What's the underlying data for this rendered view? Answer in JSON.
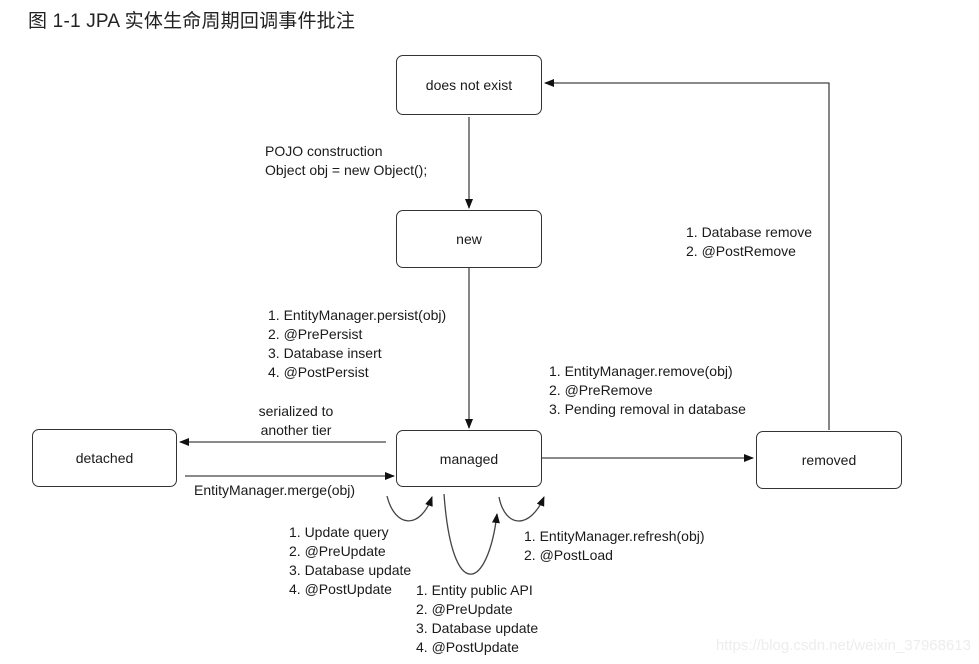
{
  "title": "图 1-1 JPA 实体生命周期回调事件批注",
  "nodes": {
    "does_not_exist": "does not exist",
    "new": "new",
    "managed": "managed",
    "detached": "detached",
    "removed": "removed"
  },
  "transitions": {
    "construction": [
      "POJO construction",
      "Object obj = new Object();"
    ],
    "persist": [
      "1. EntityManager.persist(obj)",
      "2. @PrePersist",
      "3. Database insert",
      "4. @PostPersist"
    ],
    "remove": [
      "1. EntityManager.remove(obj)",
      "2. @PreRemove",
      "3. Pending removal in database"
    ],
    "db_remove": [
      "1. Database remove",
      "2. @PostRemove"
    ],
    "serialize": [
      "serialized to",
      "another tier"
    ],
    "merge": [
      "EntityManager.merge(obj)"
    ],
    "update_query": [
      "1. Update query",
      "2. @PreUpdate",
      "3. Database update",
      "4. @PostUpdate"
    ],
    "public_api": [
      "1. Entity public API",
      "2. @PreUpdate",
      "3. Database update",
      "4. @PostUpdate"
    ],
    "refresh": [
      "1. EntityManager.refresh(obj)",
      "2. @PostLoad"
    ]
  },
  "watermark": "https://blog.csdn.net/weixin_37968613"
}
